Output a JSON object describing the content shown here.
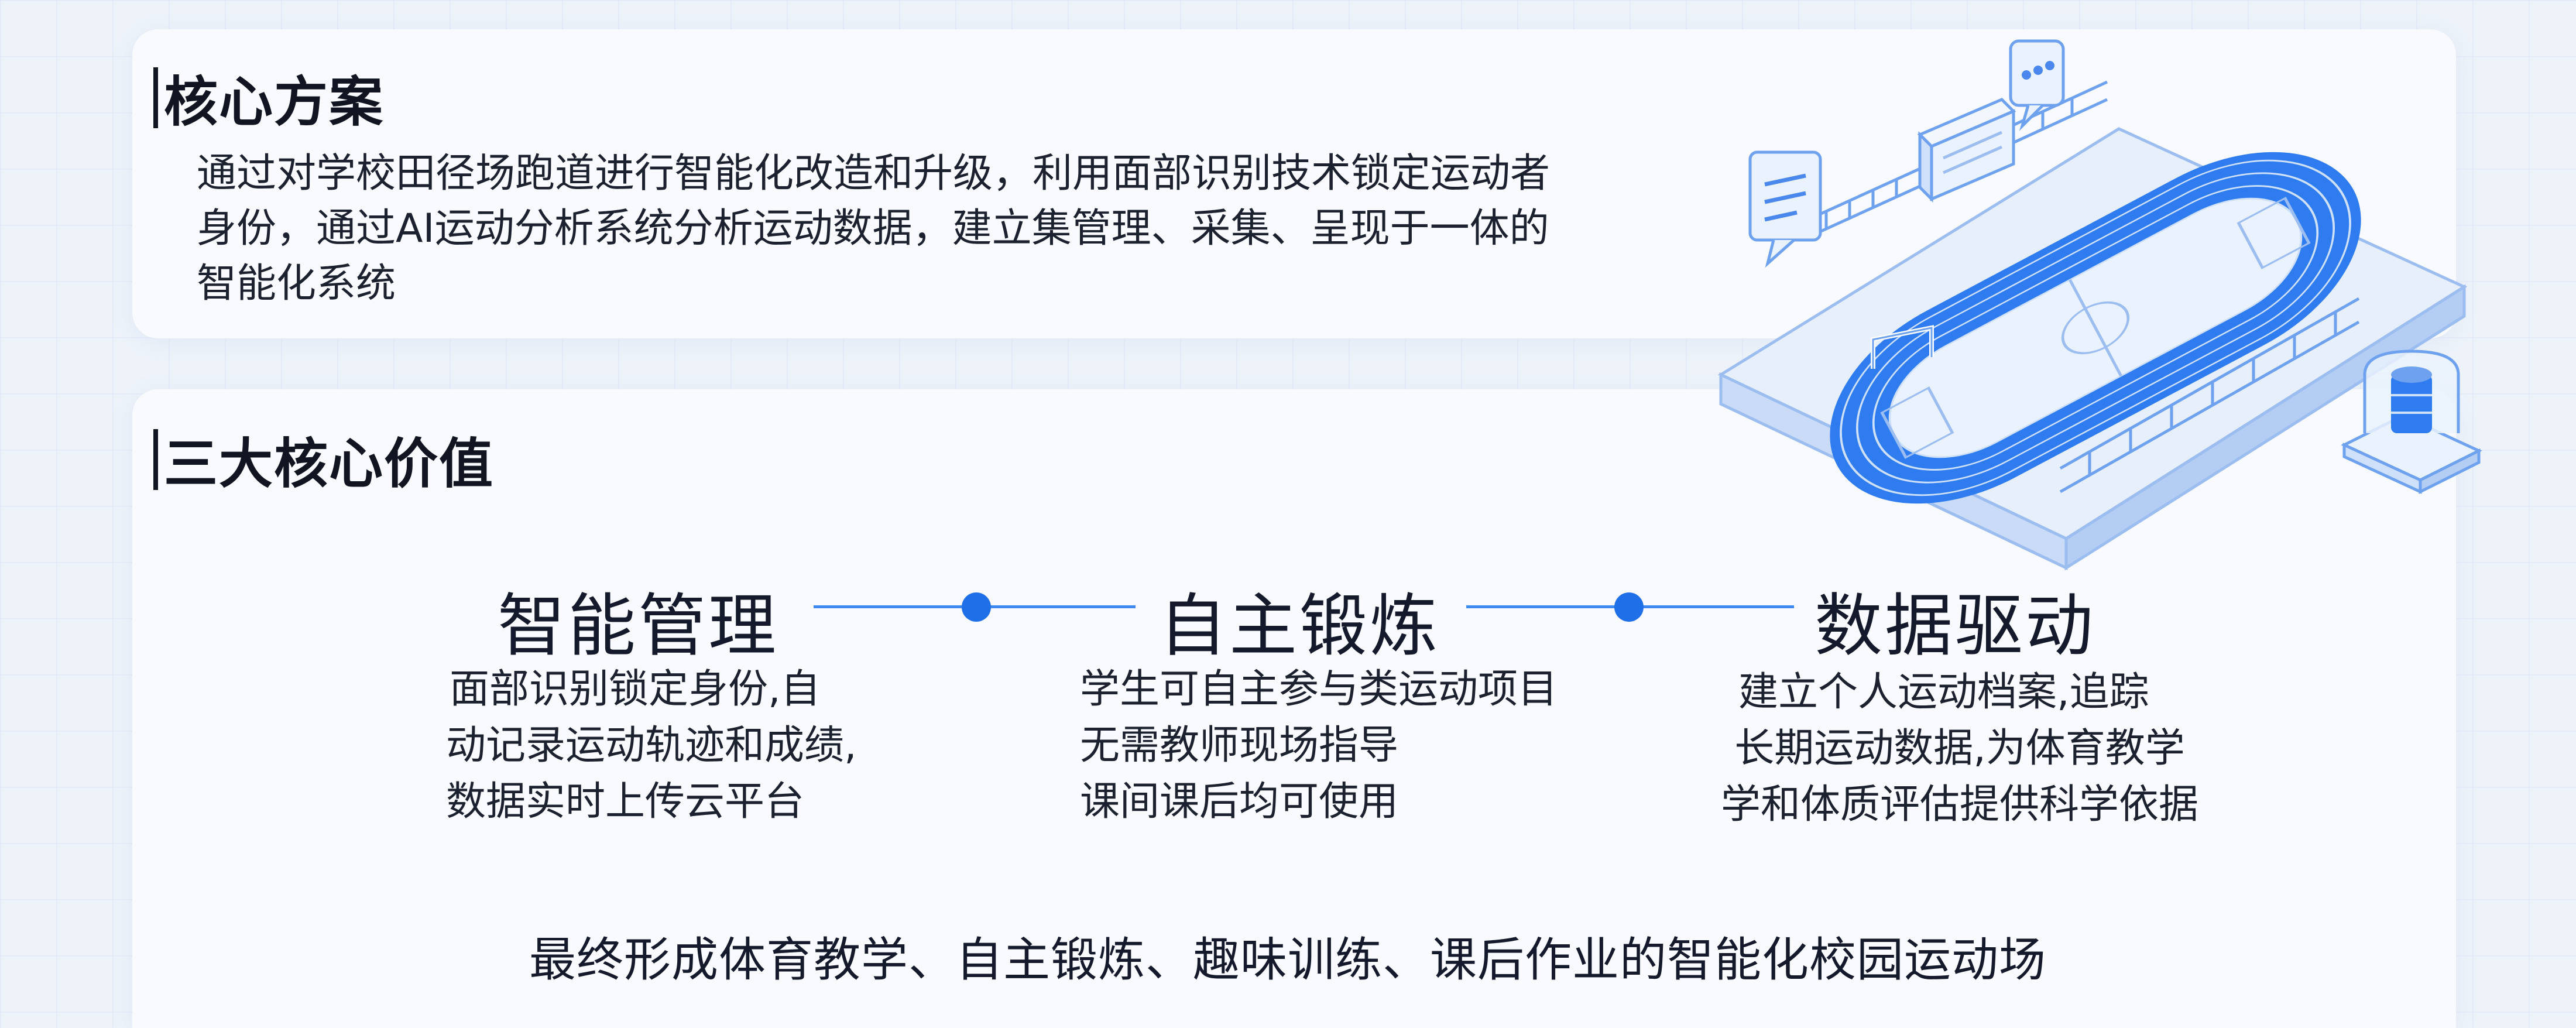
{
  "colors": {
    "accent": "#1f6fe8",
    "line": "#3f8af2",
    "text": "#141a2b",
    "panel": "#f8fafd"
  },
  "core": {
    "title": "核心方案",
    "lines": [
      "通过对学校田径场跑道进行智能化改造和升级，利用面部识别技术锁定运动者",
      "身份，通过AI运动分析系统分析运动数据，建立集管理、采集、呈现于一体的",
      "智能化系统"
    ]
  },
  "values": {
    "title": "三大核心价值",
    "items": [
      {
        "title": "智能管理",
        "lines": [
          "面部识别锁定身份,自",
          "动记录运动轨迹和成绩,",
          "数据实时上传云平台"
        ]
      },
      {
        "title": "自主锻炼",
        "lines": [
          "学生可自主参与类运动项目",
          "无需教师现场指导",
          "课间课后均可使用"
        ]
      },
      {
        "title": "数据驱动",
        "lines": [
          "建立个人运动档案,追踪",
          "长期运动数据,为体育教学",
          "学和体质评估提供科学依据"
        ]
      }
    ]
  },
  "conclusion": "最终形成体育教学、自主锻炼、趣味训练、课后作业的智能化校园运动场",
  "illustration": {
    "icons": [
      "chat-bubble-icon",
      "message-bubble-icon",
      "scoreboard-icon",
      "database-icon",
      "soccer-goal-icon"
    ]
  }
}
